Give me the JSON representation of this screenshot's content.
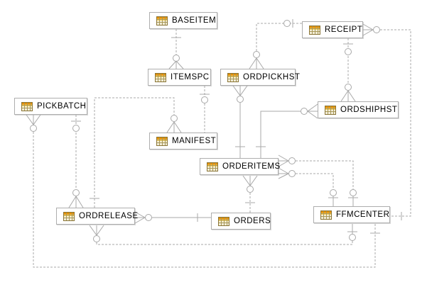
{
  "diagram": {
    "type": "entity-relationship-diagram",
    "background_color": "#ffffff",
    "line_color": "#a8a8a8",
    "entity_border_color": "#aeaeae",
    "icon_colors": {
      "border": "#8a7536",
      "header_orange": "#e48f02",
      "header_yellow": "#ffd964",
      "body": "#f2edd8",
      "grid": "#a89858"
    }
  },
  "entities": [
    {
      "name": "BASEITEM"
    },
    {
      "name": "ITEMSPC"
    },
    {
      "name": "ORDPICKHST"
    },
    {
      "name": "RECEIPT"
    },
    {
      "name": "PICKBATCH"
    },
    {
      "name": "ORDSHIPHST"
    },
    {
      "name": "MANIFEST"
    },
    {
      "name": "ORDERITEMS"
    },
    {
      "name": "ORDRELEASE"
    },
    {
      "name": "ORDERS"
    },
    {
      "name": "FFMCENTER"
    }
  ],
  "relationships": [
    {
      "from": "BASEITEM",
      "to": "ITEMSPC",
      "from_end": "one",
      "to_end": "zero-or-many",
      "style": "dashed"
    },
    {
      "from": "ITEMSPC",
      "to": "MANIFEST",
      "from_end": "zero-or-one",
      "to_end": "plain",
      "style": "dashed"
    },
    {
      "from": "RECEIPT",
      "to": "ORDPICKHST",
      "from_end": "zero-or-one",
      "to_end": "zero-or-many",
      "style": "dashed"
    },
    {
      "from": "ORDPICKHST",
      "to": "ORDERITEMS",
      "from_end": "zero-or-many",
      "to_end": "one",
      "style": "solid"
    },
    {
      "from": "ORDSHIPHST",
      "to": "ORDERITEMS",
      "from_end": "zero-or-many",
      "to_end": "one",
      "style": "solid"
    },
    {
      "from": "RECEIPT",
      "to": "ORDSHIPHST",
      "from_end": "zero-or-one",
      "to_end": "zero-or-many",
      "style": "dashed"
    },
    {
      "from": "RECEIPT",
      "to": "FFMCENTER",
      "from_end": "zero-or-many",
      "to_end": "one",
      "style": "dashed"
    },
    {
      "from": "ORDERITEMS",
      "to": "FFMCENTER",
      "from_end": "zero-or-many",
      "to_end": "zero-or-one",
      "style": "dashed"
    },
    {
      "from": "ORDERITEMS",
      "to": "FFMCENTER",
      "from_end": "zero-or-many",
      "to_end": "zero-or-one",
      "style": "dashed"
    },
    {
      "from": "ORDERITEMS",
      "to": "ORDERS",
      "from_end": "zero-or-many",
      "to_end": "one",
      "style": "dashed"
    },
    {
      "from": "PICKBATCH",
      "to": "ORDRELEASE",
      "from_end": "zero-or-one",
      "to_end": "zero-or-many",
      "style": "dashed"
    },
    {
      "from": "ORDRELEASE",
      "to": "MANIFEST",
      "from_end": "one",
      "to_end": "zero-or-many",
      "style": "dashed"
    },
    {
      "from": "PICKBATCH",
      "to": "FFMCENTER",
      "from_end": "zero-or-many",
      "to_end": "one",
      "style": "dashed"
    },
    {
      "from": "ORDRELEASE",
      "to": "FFMCENTER",
      "from_end": "zero-or-many",
      "to_end": "zero-or-one",
      "style": "dashed"
    },
    {
      "from": "ORDRELEASE",
      "to": "ORDERS",
      "from_end": "zero-or-many",
      "to_end": "one",
      "style": "solid"
    }
  ]
}
